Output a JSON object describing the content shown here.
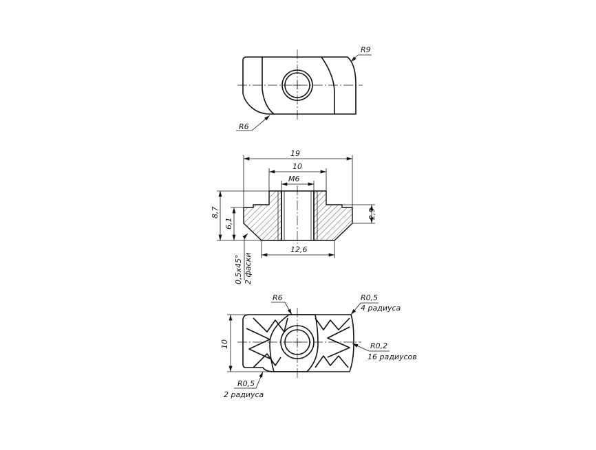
{
  "top_view": {
    "radius_right": "R9",
    "radius_left": "R6"
  },
  "section_view": {
    "width_overall": "19",
    "width_top": "10",
    "thread": "M6",
    "height_total": "8,7",
    "height_body": "6,1",
    "height_shoulder": "2,9",
    "width_bottom": "12,6",
    "chamfer_size": "0,5x45°",
    "chamfer_note": "2 фаски"
  },
  "bottom_view": {
    "radius_top": "R6",
    "radius_corner_value": "R0,5",
    "radius_corner_note": "4 радиуса",
    "radius_teeth_value": "R0,2",
    "radius_teeth_note": "16 радиусов",
    "radius_left_value": "R0,5",
    "radius_left_note": "2 радиуса",
    "height": "10"
  }
}
